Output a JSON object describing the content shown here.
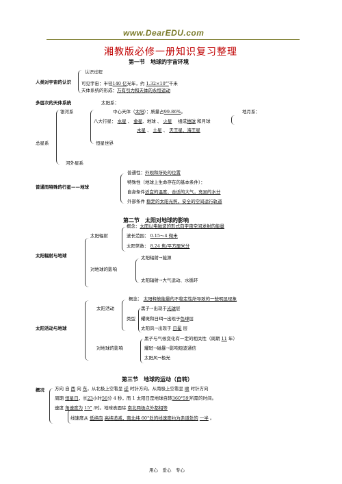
{
  "header": {
    "site": "www.DearEDU.com",
    "main_title": "湘教版必修一册知识复习整理"
  },
  "sec1": {
    "title": "第一节　地球的宇宙环境",
    "cognition": "人类对宇宙的认识",
    "c1": "认识过程",
    "c2a": "可见宇宙：半径",
    "c2b": "140 亿",
    "c2c": "光年，约",
    "c2d": "1.32×10",
    "c2sup": "23",
    "c2e": "千米",
    "c3a": "天体系统的形成：",
    "c3b": "万有引力和天体的永恒运动",
    "levels": "多层次的天体系统",
    "l1": "太阳系：",
    "galaxy": "银河系",
    "center_a": "中心天体（",
    "center_b": "太阳",
    "center_c": "）：质量占",
    "center_d": "99.86%",
    "center_e": "。",
    "moon": "地月系：",
    "p_a": "八大行星：",
    "p_b": "水星",
    "p_c": "、",
    "p_d": "金星",
    "p_e": "、地球",
    "p_f": "、",
    "p_g": "火星",
    "p_h": "组成",
    "p_i": "地球",
    "p_j": "和月球",
    "p2_a": "木星",
    "p2_b": "、",
    "p2_c": "土星",
    "p2_d": "、",
    "p2_e": "天王星",
    "p2_f": "、海王星",
    "total": "总星系",
    "stars": "恒星世界",
    "other": "河外星系",
    "special": "普通而特殊的行星——地球",
    "s1a": "普通性：",
    "s1b": "外观和所处的位置",
    "s2": "特殊性（地球上生命存在的基本条件）：",
    "s3a": "自身条件",
    "s3b": "适宜的温度、合适的大气，充足的水分",
    "s4a": "外部条件",
    "s4b": "稳定的太阳光照，安全的空间运行轨道"
  },
  "sec2": {
    "title": "第二节　太阳对地球的影响",
    "rad_root": "太阳辐射与地球",
    "rad": "太阳辐射",
    "r1a": "概念：",
    "r1b": "太阳以电磁波的形式向宇宙空间发射的能量",
    "r2a": "波长范围：",
    "r2b": "0.15～4 微米",
    "r3a": "太阳常数：",
    "r3b": "8.24 焦/平方厘米分",
    "effect": "对地球的影响",
    "e1": "太阳辐射→能源",
    "e2": "太阳辐射→大气运动、水循环",
    "act_root": "太阳活动与地球",
    "act": "太阳活动",
    "a1a": "概念：",
    "a1b": "太阳释放能量的不稳定性所导致的一些明显现象",
    "types": "类型",
    "t1a": "黑子→出现于",
    "t1b": "光球",
    "t1c": "层",
    "t2a": "耀斑和日珥→出现于",
    "t2b": "色球",
    "t2c": "层",
    "t3a": "太阳风→出现于",
    "t3b": "日冕",
    "t3c": "层",
    "effect2": "对地球的影响",
    "f1a": "黑子与气候变化有一定的相关性（周期",
    "f1b": "11",
    "f1c": "年）",
    "f2": "耀斑→磁暴→影响短波通信",
    "f3": "太阳风→极光"
  },
  "sec3": {
    "title": "第三节　地球的运动（自转）",
    "overview": "概况",
    "d1a": "方向",
    "d1b": "自",
    "d1c": "西",
    "d1d": "向",
    "d1e": "东",
    "d1f": "，从北极上空看呈",
    "d1g": "逆",
    "d1h": "时针方向，从南极上空看呈",
    "d1i": "顺",
    "d1j": "时针方向",
    "d2a": "周期",
    "d2b": "恒星日",
    "d2c": "，长",
    "d2d": "23",
    "d2e": "小时",
    "d2f": "56",
    "d2g": "分 4 秒，而 1 太阳日是地球自转",
    "d2h": "360°59′",
    "d2i": "所需的时间。",
    "d3a": "速度",
    "d3b": "角速度为",
    "d3c": "15°",
    "d3d": "/时。地球表面除",
    "d3e": "南北两极点外都相等",
    "d4a": "线速度从",
    "d4b": "低纬向",
    "d4c": "高纬递减，南北纬 60°处的线速度约为赤道处的",
    "d4d": "一半",
    "d4e": "。"
  },
  "footer": "用心　爱心　专心"
}
